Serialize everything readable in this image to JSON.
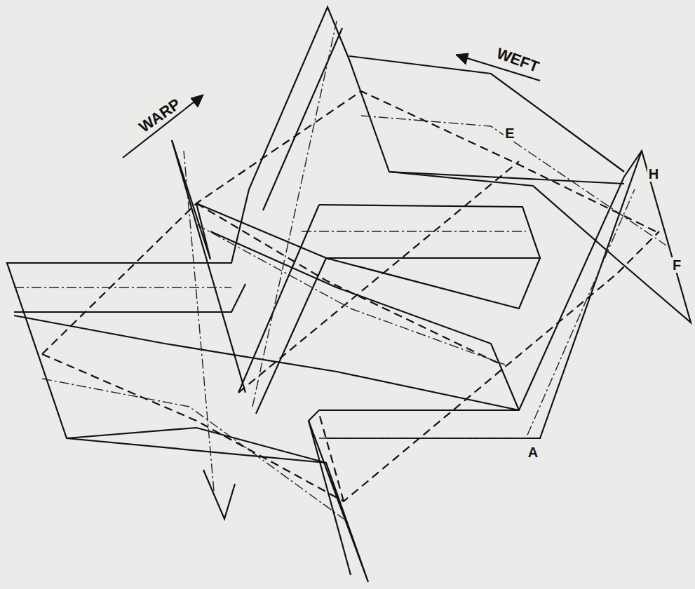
{
  "diagram": {
    "labels": [
      "WARP",
      "WEFT",
      "E",
      "H",
      "F",
      "A"
    ]
  }
}
